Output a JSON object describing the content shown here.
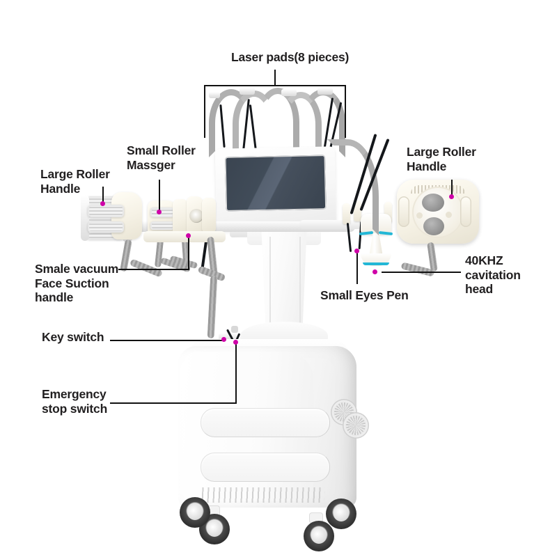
{
  "diagram": {
    "title": "Body sculpting machine component callout diagram",
    "background_color": "#ffffff",
    "text_color": "#211f20",
    "marker_color": "#cf00a8",
    "leader_color": "#111111"
  },
  "labels": {
    "laser_pads": "Laser pads(8 pieces)",
    "small_roller_massger": "Small Roller\nMassger",
    "large_roller_handle_left": "Large Roller\nHandle",
    "small_vacuum_face_suction": "Smale vacuum\nFace Suction\nhandle",
    "key_switch": "Key switch",
    "emergency_stop_switch": "Emergency\nstop switch",
    "large_roller_handle_right": "Large Roller\nHandle",
    "cavitation_head": "40KHZ\ncavitation\nhead",
    "small_eyes_pen": "Small Eyes Pen"
  },
  "machine": {
    "screen_color": "#3a4450",
    "body_color": "#ffffff",
    "accent_cyan": "#23b7d6",
    "caster_count": 4,
    "groove_count": 2
  }
}
